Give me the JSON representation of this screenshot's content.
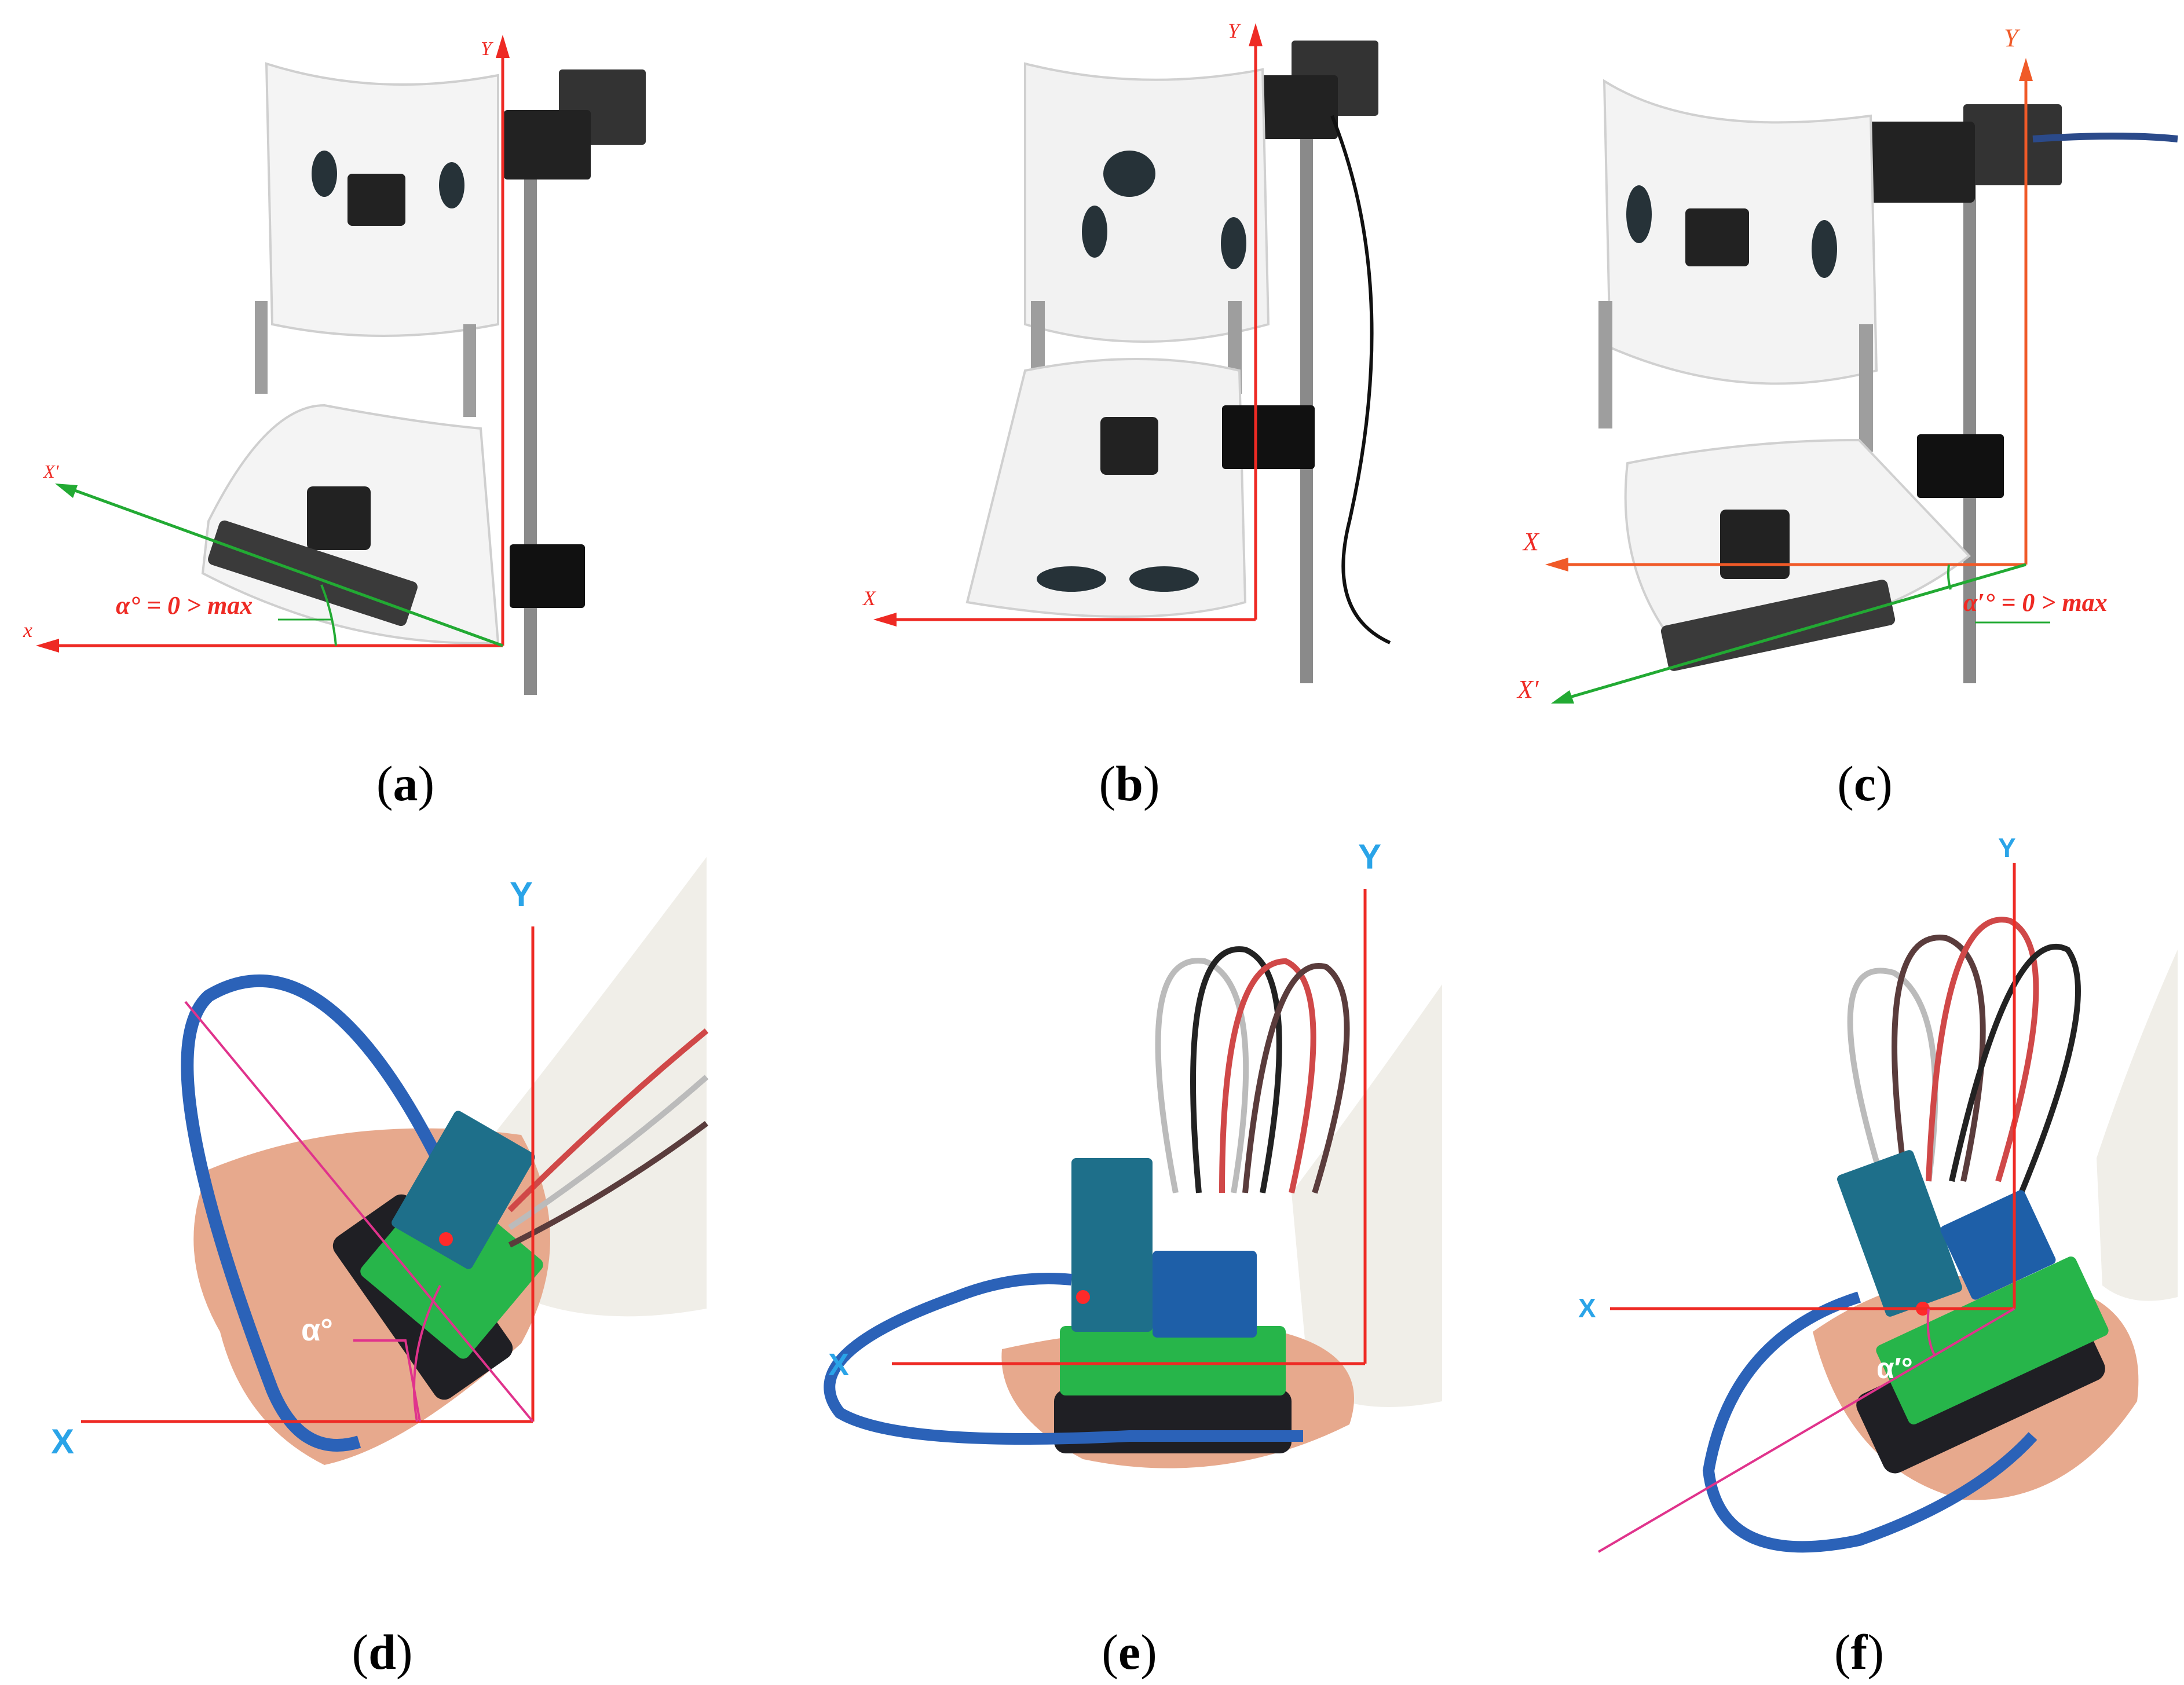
{
  "panels": [
    {
      "id": "a",
      "caption": "a",
      "axes": {
        "x": "x",
        "y": "Y",
        "x_prime": "X′"
      },
      "annotation": "α° = 0 > max"
    },
    {
      "id": "b",
      "caption": "b",
      "axes": {
        "x": "X",
        "y": "Y"
      }
    },
    {
      "id": "c",
      "caption": "c",
      "axes": {
        "x": "X",
        "y": "Y",
        "x_prime": "X′"
      },
      "annotation": "α′° = 0 > max"
    },
    {
      "id": "d",
      "caption": "d",
      "axes": {
        "x": "X",
        "y": "Y"
      },
      "annotation": "α°"
    },
    {
      "id": "e",
      "caption": "e",
      "axes": {
        "x": "X",
        "y": "Y"
      }
    },
    {
      "id": "f",
      "caption": "f",
      "axes": {
        "x": "X",
        "y": "Y"
      },
      "annotation": "α′°"
    }
  ],
  "colors": {
    "axis_red": "#ee2a24",
    "axis_orange_red": "#f05a28",
    "tilt_green": "#22aa33",
    "tilt_magenta": "#e0338c",
    "label_blue": "#2aa4e8",
    "cable_blue": "#2b62b8",
    "pcb_green": "#27b54a",
    "splint_white": "#f4f4f4",
    "device_black": "#1f1f24"
  },
  "icons": [
    "splint-photo",
    "sensor-device-photo",
    "hand-photo"
  ]
}
